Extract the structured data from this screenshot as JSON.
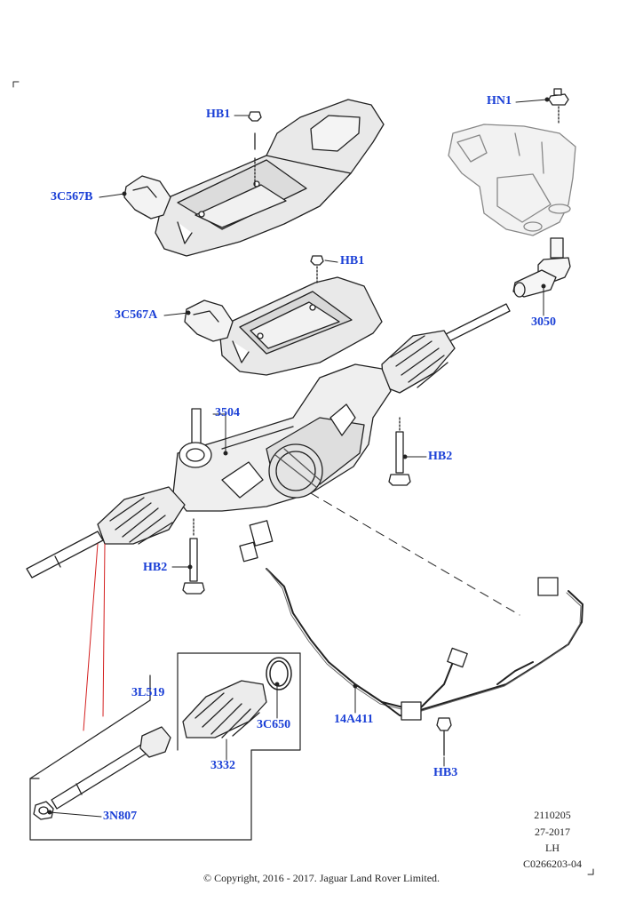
{
  "callouts": {
    "hb1_top": "HB1",
    "hb1_mid": "HB1",
    "c3c567b": "3C567B",
    "c3c567a": "3C567A",
    "hn1": "HN1",
    "c3050": "3050",
    "c3504": "3504",
    "hb2_right": "HB2",
    "hb2_left": "HB2",
    "c3l519": "3L519",
    "c3c650": "3C650",
    "c3332": "3332",
    "c3n807": "3N807",
    "c14a411": "14A411",
    "hb3": "HB3"
  },
  "meta": {
    "line1": "2110205",
    "line2": "27-2017",
    "line3": "LH",
    "line4": "C0266203-04"
  },
  "copyright": "© Copyright, 2016 - 2017. Jaguar Land Rover Limited.",
  "colors": {
    "callout": "#1a3fd6",
    "leader_red": "#d42020",
    "line": "#222222",
    "shield_fill": "#e9e9e9",
    "knuckle_fill": "#f2f2f2"
  }
}
